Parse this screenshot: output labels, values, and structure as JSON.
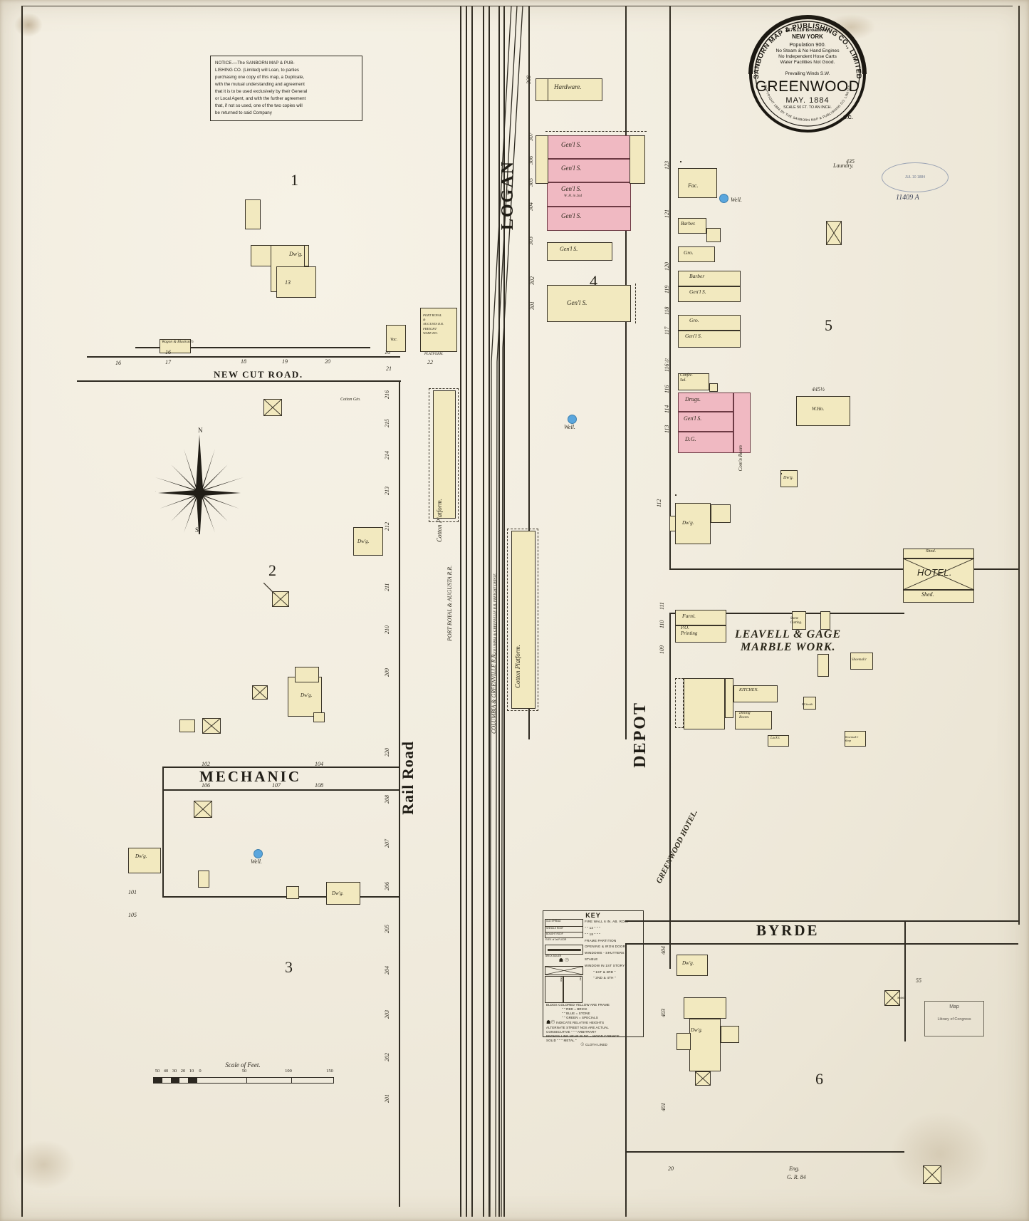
{
  "document": {
    "title": "GREENWOOD",
    "state": "S.C.",
    "date": "MAY. 1884",
    "publisher_arc_top": "SANBORN MAP & PUBLISHING CO., LIMITED",
    "address": "117&119 Broadway.",
    "city": "NEW YORK",
    "population": "Population 900.",
    "engines": "No Steam & No Hand Engines",
    "hose": "No Independent  Hose Carts",
    "water": "Water Facilities Not Good.",
    "winds": "Prevailing Winds S.W.",
    "scale_note": "SCALE  50 FT. TO AN INCH.",
    "copyright": "COPYRIGHT 1884 BY THE SANBORN MAP & PUBLISHING CO. LIMITED"
  },
  "notice": {
    "heading": "NOTICE.",
    "body": "—The SANBORN MAP & PUB-LISHING CO. (Limited) will Loan, to parties purchasing one copy of this map, a Duplicate, with the mutual understanding and agreement that it is to be used exclusively by their General or Local Agent, and with the further agreement that, if not so used, one of the two copies will be returned to said Company",
    "lines": [
      "NOTICE.—The SANBORN MAP & PUB-",
      "LISHING CO. (Limited) will Loan, to parties",
      "purchasing one copy of this map, a Duplicate,",
      "with the mutual understanding and agreement",
      "that it is to be used exclusively by their General",
      "or Local Agent, and with the further agreement",
      "that, if not so used, one of the two copies will",
      "be returned to said Company"
    ]
  },
  "key": {
    "title": "KEY",
    "rows": [
      "FIRE WALL 6 IN. AB. ROOF",
      "\"      \"   12  \"   \"    \"",
      "\"      \"   18  \"   \"    \"",
      "FRAME  PARTITION",
      "OPENING & IRON DOOR",
      "WINDOWS  -  SHUTTERS",
      "STABLE",
      "WINDOW IN 1ST STORY",
      "\"      1ST & 3RD  \"",
      "\"      2ND & 4TH  \""
    ],
    "footer": [
      "BLDGS COLORED YELLOW ARE FRAME",
      "\"        \"        RED   =  BRICK",
      "\"        \"        BLUE  =  STONE",
      "\"        \"        GREEN =  SPECIALS",
      "INDICATE RELATIVE HEIGHTS",
      "ALTERNATE STREET NOS ARE ACTUAL",
      "CONSECUTIVE    \"     \"   \"  ARBITRARY",
      "BROKEN LINE NEAR BLDG = WOOD CORNICE",
      "SOLID     \"     \"    \"   METAL    \"",
      "CLOTH LINED"
    ],
    "inset_labels": [
      "OLD SPREAD",
      "SHINGLE ROOF",
      "BOUGHT ROOF",
      "ELEV. of 1st FLOOR",
      "BRICK BOILER",
      "TANK",
      "TAR",
      "TIN"
    ]
  },
  "scale": {
    "title": "Scale of Feet.",
    "ticks": [
      "50",
      "40",
      "30",
      "20",
      "10",
      "0",
      "50",
      "100",
      "150"
    ]
  },
  "streets": [
    {
      "name": "NEW CUT ROAD.",
      "orientation": "horizontal"
    },
    {
      "name": "MECHANIC",
      "orientation": "horizontal"
    },
    {
      "name": "BYRDE",
      "orientation": "horizontal"
    },
    {
      "name": "LOGAN",
      "orientation": "vertical"
    },
    {
      "name": "DEPOT",
      "orientation": "vertical"
    },
    {
      "name": "Rail Road",
      "orientation": "vertical"
    }
  ],
  "railroads": [
    {
      "name": "PORT ROYAL & AUGUSTA R.R."
    },
    {
      "name": "COLUMBIA & GREENVILLE R.R."
    }
  ],
  "block_numbers": [
    "1",
    "2",
    "3",
    "4",
    "5",
    "6"
  ],
  "buildings": [
    {
      "label": "Hardware.",
      "num": "308",
      "color": "yellow"
    },
    {
      "label": "Gen'l S.",
      "num": "307",
      "color": "pink"
    },
    {
      "label": "Gen'l S.",
      "num": "306",
      "color": "pink"
    },
    {
      "label": "Gen'l S.",
      "sub": "W. H. in 2nd",
      "num": "305",
      "color": "pink"
    },
    {
      "label": "Gen'l S.",
      "num": "304",
      "color": "pink"
    },
    {
      "label": "Gen'l S.",
      "num": "303",
      "color": "yellow"
    },
    {
      "label": "Gen'l S.",
      "num": "301-302",
      "color": "yellow"
    },
    {
      "label": "Fac.",
      "num": "123",
      "color": "yellow"
    },
    {
      "label": "Barber.",
      "num": "121",
      "color": "yellow"
    },
    {
      "label": "Gro.",
      "num": "121",
      "color": "yellow"
    },
    {
      "label": "Barber",
      "num": "120",
      "color": "yellow"
    },
    {
      "label": "Gen'l S.",
      "num": "120",
      "color": "yellow"
    },
    {
      "label": "Gro.",
      "num": "119",
      "color": "yellow"
    },
    {
      "label": "Gen'l S.",
      "num": "117",
      "color": "yellow"
    },
    {
      "label": "Gro.",
      "num": "118",
      "color": "yellow"
    },
    {
      "label": "Confec. Sal.",
      "num": "116½",
      "color": "yellow"
    },
    {
      "label": "Drugs.",
      "num": "116",
      "color": "pink"
    },
    {
      "label": "Gen'l S.",
      "num": "114",
      "color": "pink"
    },
    {
      "label": "D.G.",
      "num": "113",
      "color": "pink"
    },
    {
      "label": "Com'n Room",
      "num": "",
      "color": "pink"
    },
    {
      "label": "Dw'g.",
      "num": "112",
      "color": "yellow"
    },
    {
      "label": "Dw'g.",
      "num": "",
      "color": "yellow"
    },
    {
      "label": "W.Ho.",
      "num": "445½",
      "color": "yellow"
    },
    {
      "label": "HOTEL.",
      "num": "",
      "color": "yellow"
    },
    {
      "label": "Shed.",
      "num": "",
      "color": "yellow"
    },
    {
      "label": "Furni.",
      "num": "111",
      "color": "yellow"
    },
    {
      "label": "P.O. Printing",
      "num": "110",
      "color": "yellow"
    },
    {
      "label": "Stone Cutting.",
      "num": "",
      "color": "yellow"
    },
    {
      "label": "GREENWOOD HOTEL.",
      "num": "",
      "color": "yellow"
    },
    {
      "label": "KITCHEN.",
      "num": "",
      "color": "yellow"
    },
    {
      "label": "DINING ROOM.",
      "num": "",
      "color": "yellow"
    },
    {
      "label": "Leavell & Gage Marble Work.",
      "num": "",
      "color": "none"
    },
    {
      "label": "Vac.",
      "num": "21",
      "color": "yellow"
    },
    {
      "label": "PORT ROYAL & AUGUSTA R.R. FREIGHT WARE HO.",
      "num": "22",
      "color": "yellow"
    },
    {
      "label": "PLATFORM.",
      "num": "22",
      "color": "none"
    },
    {
      "label": "Cotton Platform.",
      "num": "",
      "color": "yellow"
    },
    {
      "label": "Dw'g.",
      "num": "",
      "color": "yellow"
    },
    {
      "label": "Cotton Gin.",
      "num": "",
      "color": "none"
    },
    {
      "label": "Wagon & Blacksm'h",
      "num": "16",
      "color": "yellow"
    }
  ],
  "marble_work": {
    "line1": "LEAVELL & GAGE",
    "line2": "MARBLE WORK."
  },
  "dwelling_label": "Dw'g.",
  "well_label": "Well.",
  "stamps": {
    "received": "JUL 10 1884",
    "number": "11409 A",
    "library": "Library of Congress",
    "map_note": "Map"
  },
  "bottom_note": [
    "Eng.",
    "G. R. 84"
  ],
  "colors": {
    "paper": "#f2ede0",
    "ink": "#2f2b22",
    "frame_yellow": "#f2e9bf",
    "brick_pink": "#f0b9c2",
    "water_blue": "#5aa6dd"
  }
}
